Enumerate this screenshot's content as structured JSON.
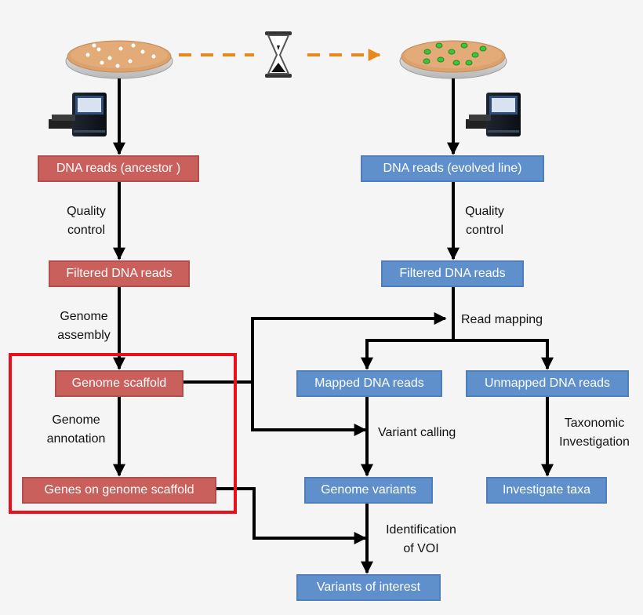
{
  "boxes": {
    "dna_ancestor": "DNA reads (ancestor )",
    "filtered_left": "Filtered DNA reads",
    "genome_scaffold": "Genome scaffold",
    "genes_on_scaffold": "Genes on genome scaffold",
    "dna_evolved": "DNA reads (evolved  line)",
    "filtered_right": "Filtered DNA reads",
    "mapped_reads": "Mapped DNA reads",
    "unmapped_reads": "Unmapped DNA reads",
    "genome_variants": "Genome variants",
    "investigate_taxa": "Investigate taxa",
    "variants_of_interest": "Variants of interest"
  },
  "labels": {
    "qc_left_1": "Quality",
    "qc_left_2": "control",
    "assembly_1": "Genome",
    "assembly_2": "assembly",
    "annotation_1": "Genome",
    "annotation_2": "annotation",
    "qc_right_1": "Quality",
    "qc_right_2": "control",
    "read_mapping": "Read mapping",
    "variant_calling": "Variant calling",
    "taxonomic_1": "Taxonomic",
    "taxonomic_2": "Investigation",
    "voi_1": "Identification",
    "voi_2": "of VOI"
  },
  "colors": {
    "ancestor_box": "#c9605c",
    "evolved_box": "#5f90cb",
    "highlight_frame": "#e8101a",
    "time_arrow": "#e8891b",
    "ancestor_colonies": "#ffffff",
    "evolved_colonies": "#3cc63c"
  },
  "icons": {
    "petri_dish_ancestor": "petri-dish-icon",
    "petri_dish_evolved": "petri-dish-icon",
    "hourglass": "hourglass-icon",
    "sequencer_left": "sequencer-icon",
    "sequencer_right": "sequencer-icon"
  }
}
